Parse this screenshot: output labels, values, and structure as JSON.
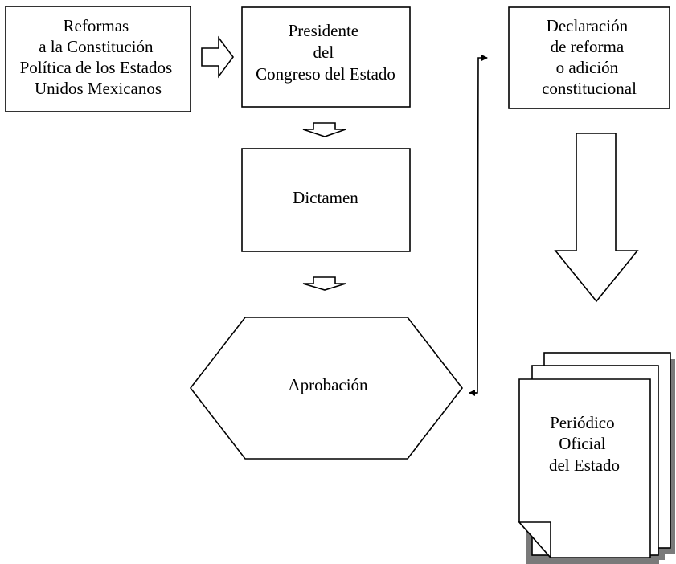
{
  "nodes": {
    "reformas": {
      "lines": [
        "Reformas",
        "a la Constitución",
        "Política de los Estados",
        "Unidos Mexicanos"
      ]
    },
    "presidente": {
      "lines": [
        "Presidente",
        "del",
        "Congreso del Estado"
      ]
    },
    "dictamen": {
      "lines": [
        "Dictamen"
      ]
    },
    "aprobacion": {
      "lines": [
        "Aprobación"
      ]
    },
    "declaracion": {
      "lines": [
        "Declaración",
        "de reforma",
        "o adición",
        "constitucional"
      ]
    },
    "periodico": {
      "lines": [
        "Periódico",
        "Oficial",
        "del Estado"
      ]
    }
  }
}
